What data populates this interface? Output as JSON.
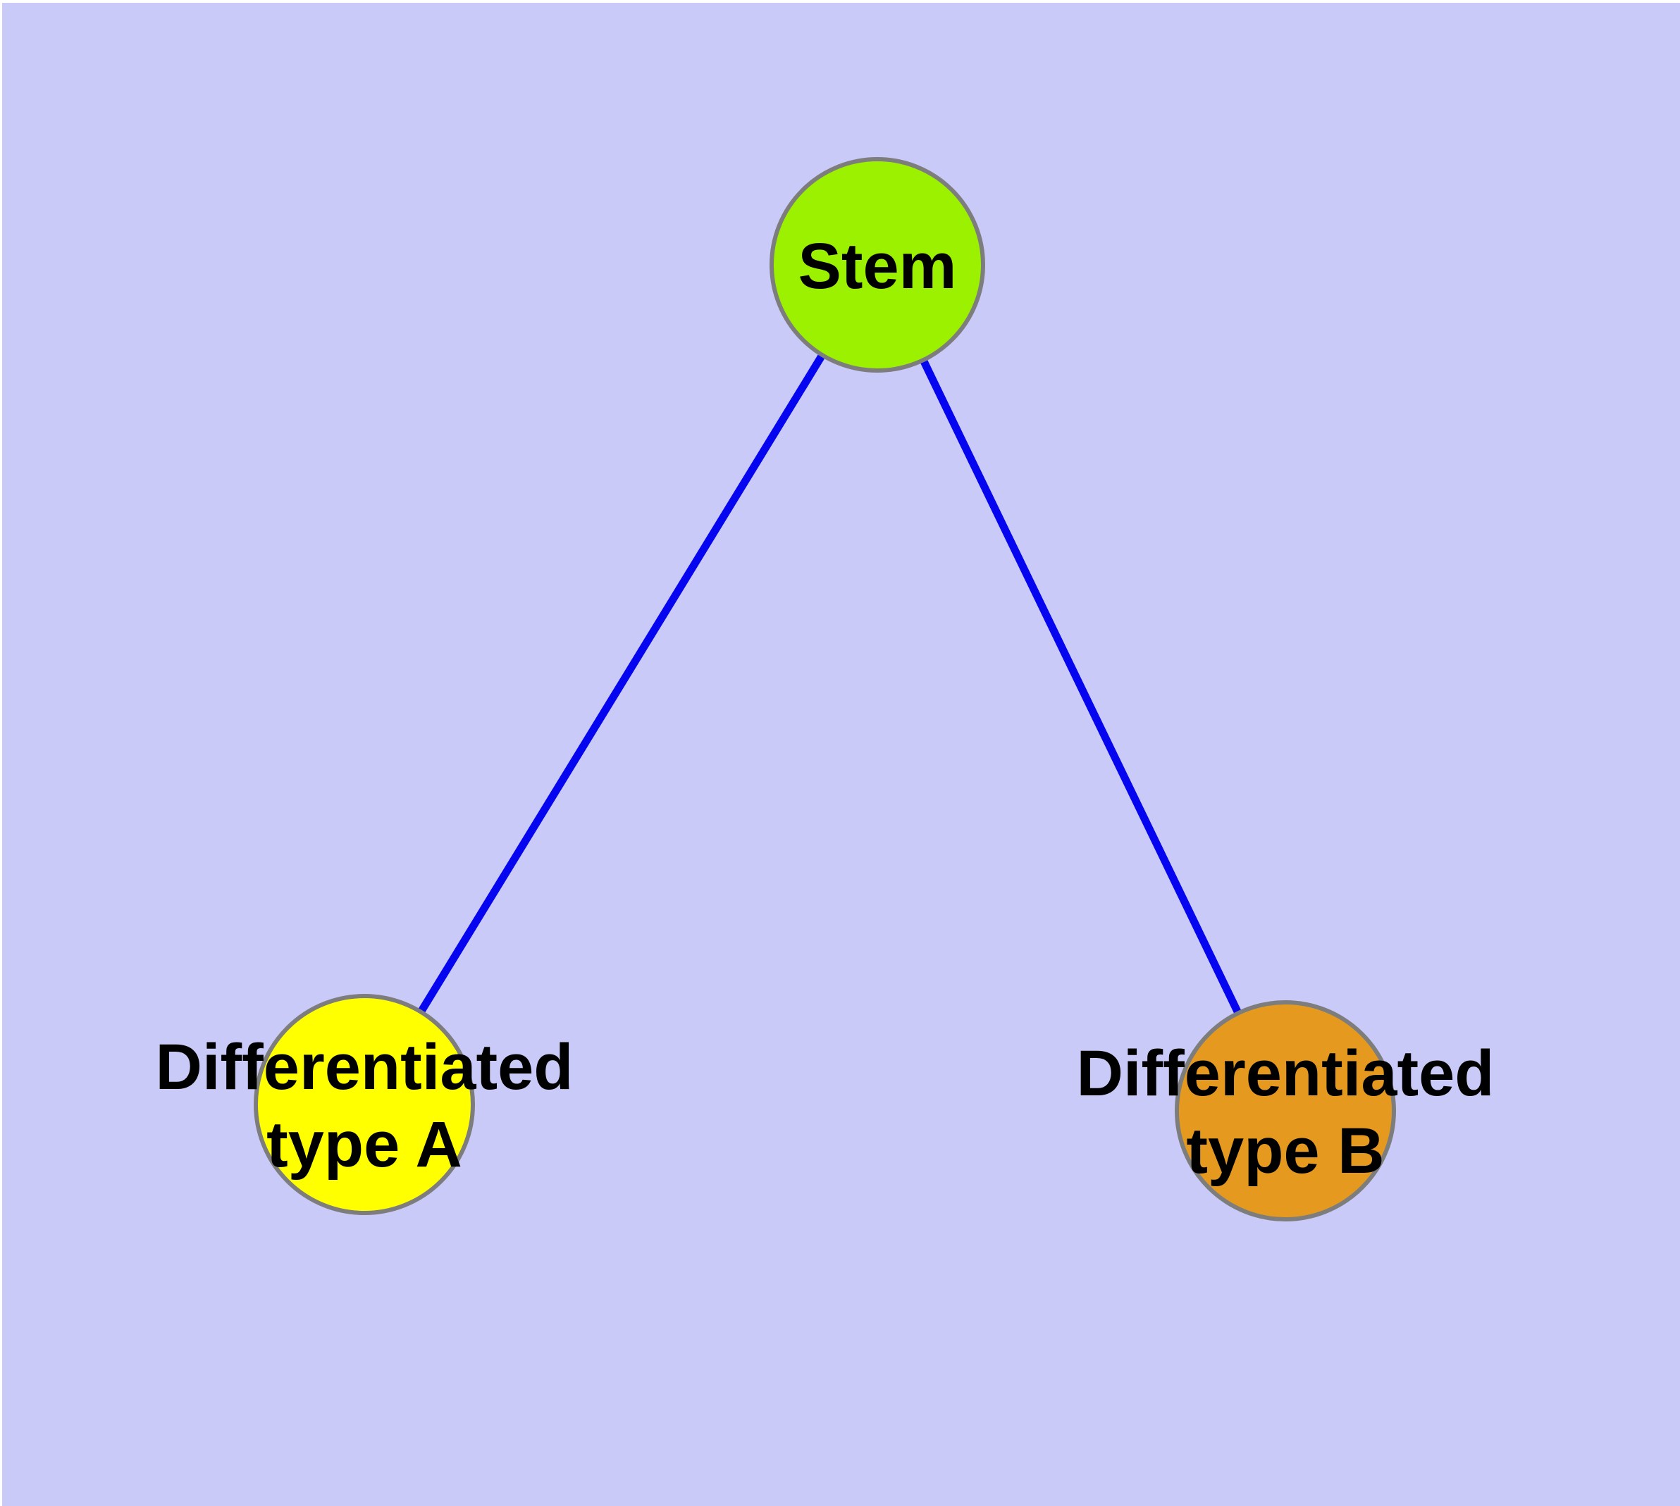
{
  "canvas": {
    "background_color": "#cacaf8",
    "frame_color": "#ffffff"
  },
  "edge_style": {
    "color": "#0505f0"
  },
  "node_style": {
    "border_color": "#7d7d7d"
  },
  "nodes": {
    "stem": {
      "label": "Stem",
      "fill": "#9bf100"
    },
    "type_a": {
      "label_line1": "Differentiated",
      "label_line2": "type A",
      "fill": "#ffff00"
    },
    "type_b": {
      "label_line1": "Differentiated",
      "label_line2": "type B",
      "fill": "#e59a1f"
    }
  },
  "edges": [
    {
      "from": "Stem",
      "to": "Differentiated type A"
    },
    {
      "from": "Stem",
      "to": "Differentiated type B"
    }
  ]
}
